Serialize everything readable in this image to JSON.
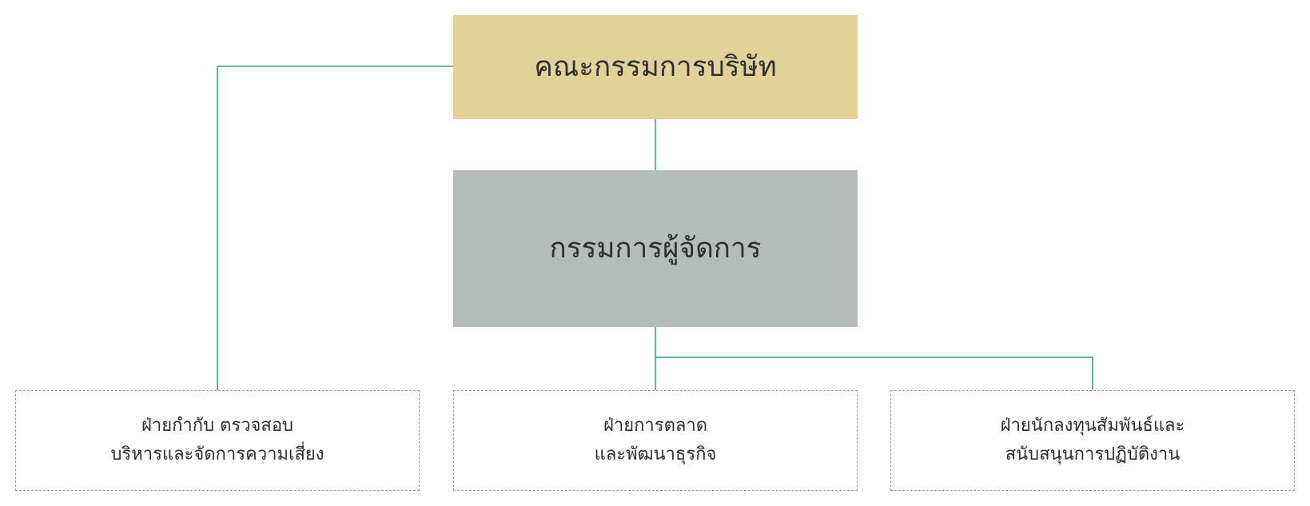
{
  "colors": {
    "connector": "#3e9c86",
    "board_fill": "#e3d298",
    "md_fill": "#b4bdb9",
    "dept_border": "#9a9a9a"
  },
  "board": {
    "label": "คณะกรรมการบริษัท"
  },
  "managing_director": {
    "label": "กรรมการผู้จัดการ"
  },
  "departments": [
    {
      "line1": "ฝ่ายกำกับ ตรวจสอบ",
      "line2": "บริหารและจัดการความเสี่ยง"
    },
    {
      "line1": "ฝ่ายการตลาด",
      "line2": "และพัฒนาธุรกิจ"
    },
    {
      "line1": "ฝ่ายนักลงทุนสัมพันธ์และ",
      "line2": "สนับสนุนการปฏิบัติงาน"
    }
  ]
}
